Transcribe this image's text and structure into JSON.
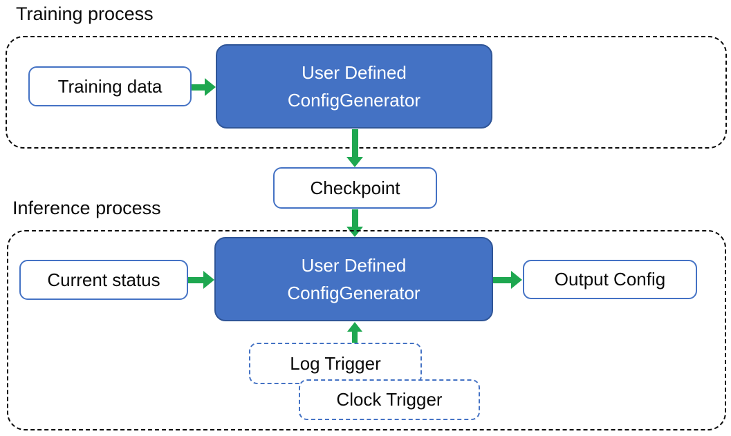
{
  "colors": {
    "blue_fill": "#4472C4",
    "blue_border": "#2F5597",
    "outline_blue": "#4472C4",
    "arrow_green": "#1EA750",
    "dash_black": "#0A0A0A",
    "text_black": "#0A0A0A",
    "text_white": "#FFFFFF",
    "bg_white": "#FFFFFF"
  },
  "training": {
    "label": "Training process",
    "input_box": "Training data",
    "generator_box": {
      "line1": "User Defined",
      "line2": "ConfigGenerator"
    }
  },
  "checkpoint": {
    "label": "Checkpoint"
  },
  "inference": {
    "label": "Inference process",
    "input_box": "Current status",
    "generator_box": {
      "line1": "User Defined",
      "line2": "ConfigGenerator"
    },
    "output_box": "Output Config",
    "triggers": {
      "log": "Log Trigger",
      "clock": "Clock Trigger"
    }
  }
}
